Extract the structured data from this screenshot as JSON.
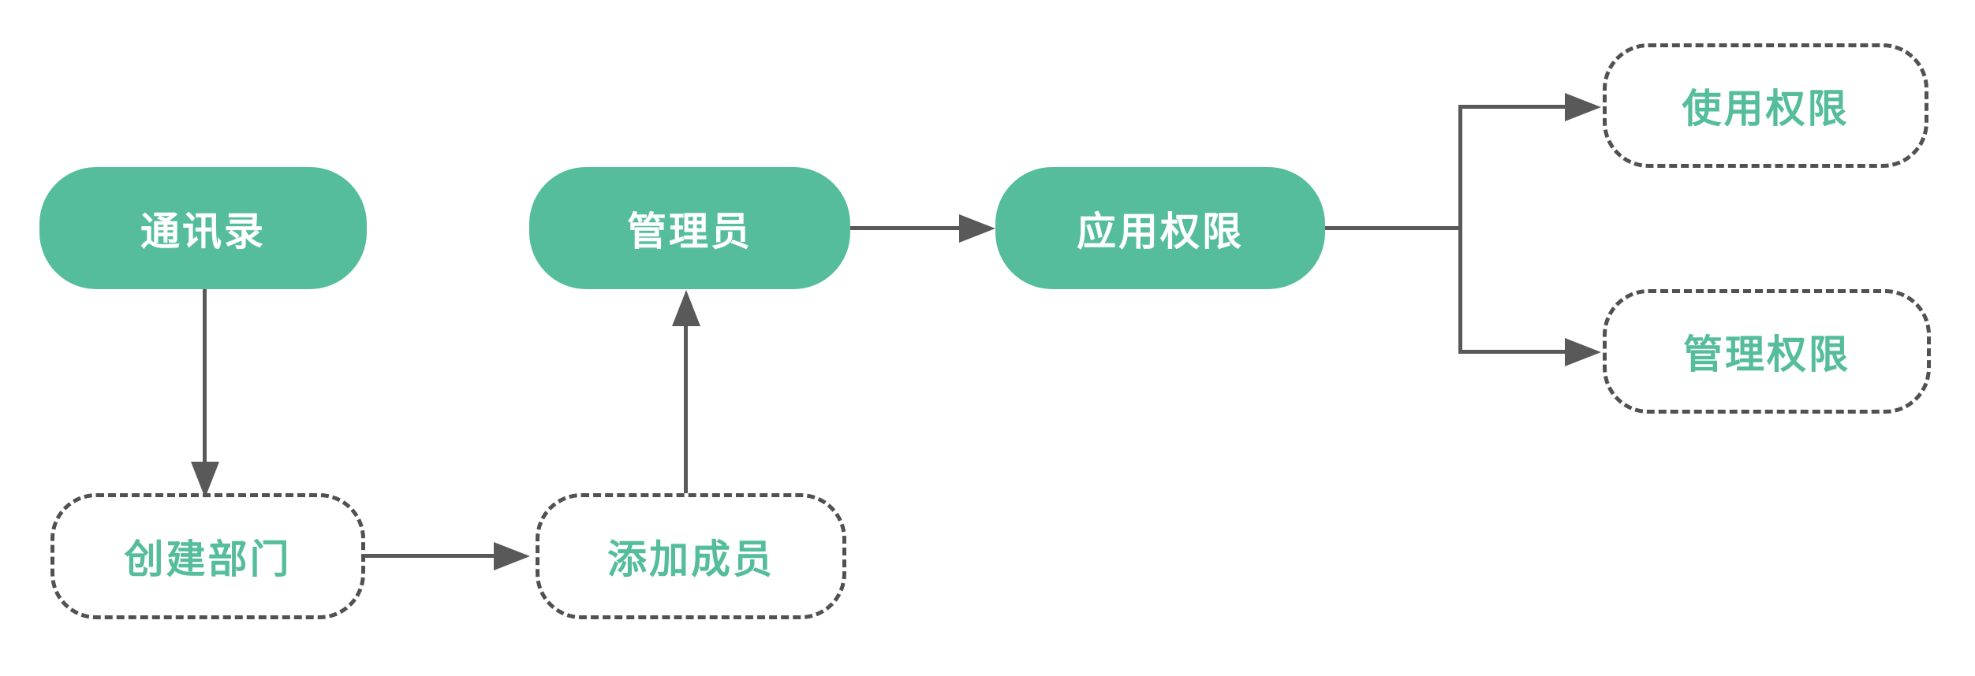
{
  "colors": {
    "node_fill_green": "#55BD9C",
    "node_text_on_green": "#FFFFFF",
    "dashed_node_text_green": "#55BD9C",
    "dashed_border_gray": "#515151",
    "connector_gray": "#595959",
    "background": "#FFFFFF"
  },
  "nodes": {
    "contacts": {
      "label": "通讯录",
      "style": "solid"
    },
    "create_department": {
      "label": "创建部门",
      "style": "dashed"
    },
    "add_members": {
      "label": "添加成员",
      "style": "dashed"
    },
    "admin": {
      "label": "管理员",
      "style": "solid"
    },
    "app_permissions": {
      "label": "应用权限",
      "style": "solid"
    },
    "usage_permission": {
      "label": "使用权限",
      "style": "dashed"
    },
    "manage_permission": {
      "label": "管理权限",
      "style": "dashed"
    }
  },
  "edges": [
    {
      "from": "contacts",
      "to": "create_department"
    },
    {
      "from": "create_department",
      "to": "add_members"
    },
    {
      "from": "add_members",
      "to": "admin"
    },
    {
      "from": "admin",
      "to": "app_permissions"
    },
    {
      "from": "app_permissions",
      "to": "usage_permission"
    },
    {
      "from": "app_permissions",
      "to": "manage_permission"
    }
  ]
}
